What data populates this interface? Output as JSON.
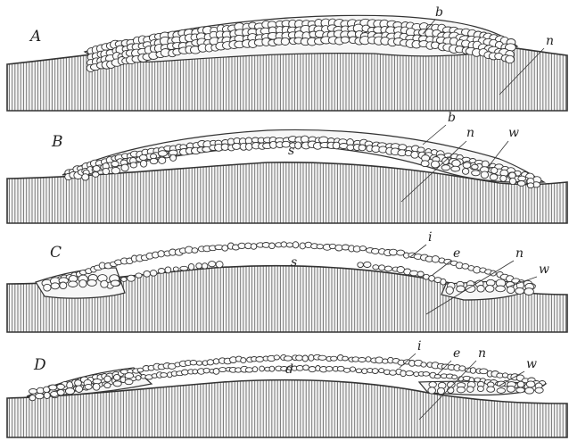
{
  "panels": [
    {
      "id": "A",
      "label": "A",
      "parts": [
        "b",
        "n"
      ]
    },
    {
      "id": "B",
      "label": "B",
      "parts": [
        "b",
        "n",
        "w",
        "s"
      ]
    },
    {
      "id": "C",
      "label": "C",
      "parts": [
        "i",
        "e",
        "n",
        "w",
        "s"
      ]
    },
    {
      "id": "D",
      "label": "D",
      "parts": [
        "i",
        "e",
        "n",
        "w",
        "d"
      ]
    }
  ],
  "colors": {
    "ink": "#333333",
    "paper": "#ffffff"
  }
}
